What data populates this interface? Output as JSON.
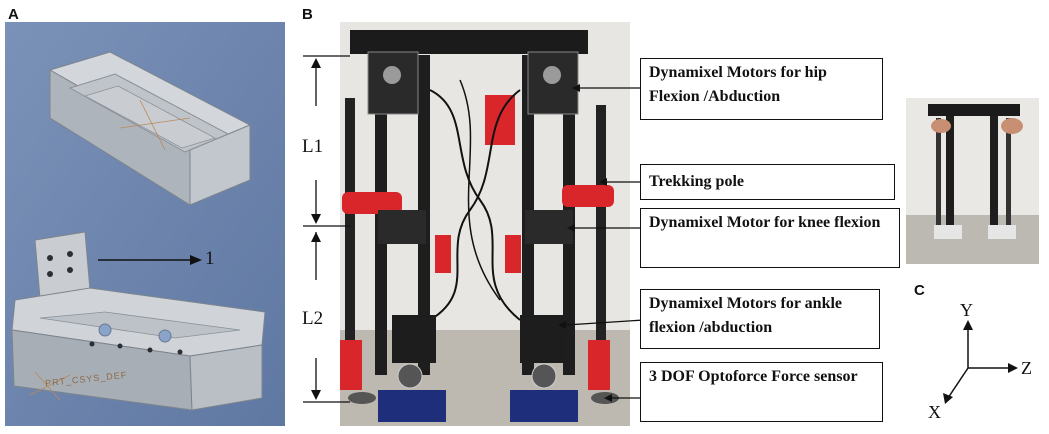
{
  "panels": {
    "a": "A",
    "b": "B",
    "c": "C"
  },
  "panel_a": {
    "pointer_label": "1",
    "engraved_text": "PRT_CSYS_DEF"
  },
  "panel_b": {
    "dimension_labels": {
      "l1": "L1",
      "l2": "L2"
    },
    "callouts": {
      "hip": "Dynamixel Motors for hip Flexion /Abduction",
      "trekking": "Trekking pole",
      "knee": "Dynamixel Motor for knee flexion",
      "ankle": "Dynamixel Motors for ankle flexion /abduction",
      "force": "3 DOF Optoforce Force sensor"
    }
  },
  "panel_c": {
    "axis_y": "Y",
    "axis_z": "Z",
    "axis_x": "X"
  },
  "colors": {
    "cad_background": "#6e86ad",
    "cad_part": "#c9ced4",
    "frame_black": "#1b1b1b",
    "strap_red": "#d8262b",
    "base_blue": "#1f2e7a"
  }
}
